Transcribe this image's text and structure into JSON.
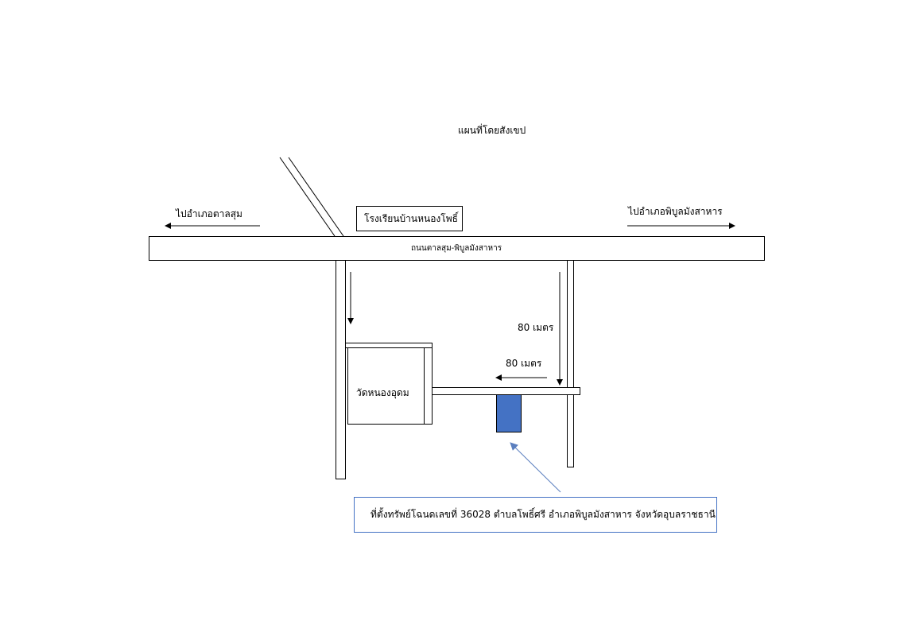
{
  "title": "แผนที่โดยสังเขป",
  "labels": {
    "left_direction": "ไปอำเภอตาลสุม",
    "right_direction": "ไปอำเภอพิบูลมังสาหาร",
    "school": "โรงเรียนบ้านหนองโพธิ์",
    "road": "ถนนตาลสุม-พิบูลมังสาหาร",
    "temple": "วัดหนองอุดม",
    "distance_vertical": "80 เมตร",
    "distance_horizontal": "80 เมตร",
    "property_note": "ที่ตั้งทรัพย์โฉนดเลขที่ 36028 ตำบลโพธิ์ศรี อำเภอพิบูลมังสาหาร จังหวัดอุบลราชธานี"
  },
  "colors": {
    "property_fill": "#4472C4",
    "callout_border": "#4472C4",
    "callout_arrow": "#5B7FBF"
  }
}
